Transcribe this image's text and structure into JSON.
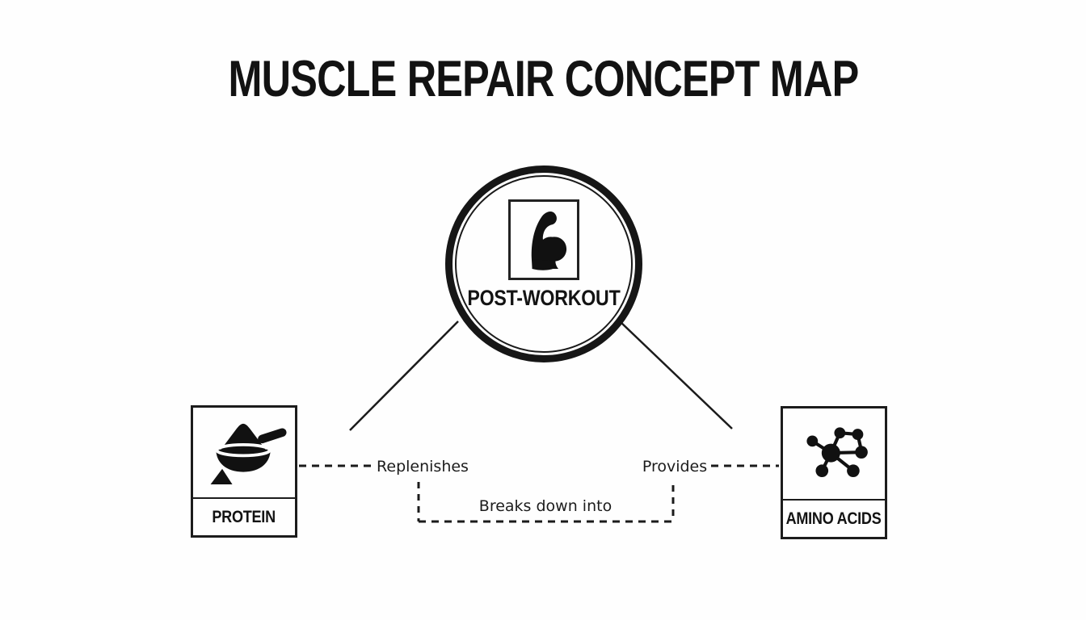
{
  "title": "MUSCLE REPAIR CONCEPT MAP",
  "nodes": {
    "center": {
      "label": "POST-WORKOUT",
      "icon": "bicep-flex-icon",
      "shape": "circle"
    },
    "protein": {
      "label": "PROTEIN",
      "icon": "protein-scoop-icon",
      "shape": "rectangle"
    },
    "amino_acids": {
      "label": "AMINO ACIDS",
      "icon": "molecule-icon",
      "shape": "rectangle"
    }
  },
  "edges": {
    "post_workout_to_protein": {
      "label": "Replenishes",
      "style": "dashed"
    },
    "post_workout_to_amino_acids": {
      "label": "Provides",
      "style": "dashed"
    },
    "protein_to_amino_acids": {
      "label": "Breaks down into",
      "style": "dashed"
    }
  },
  "colors": {
    "ink": "#161616",
    "background": "#fefefe"
  }
}
